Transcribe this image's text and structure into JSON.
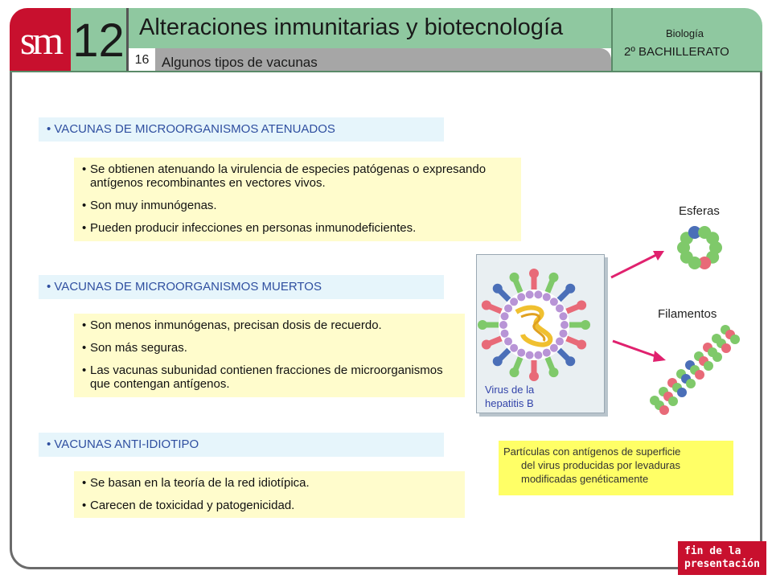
{
  "header": {
    "logo": "sm",
    "unit_number": "12",
    "title": "Alteraciones inmunitarias y biotecnología",
    "section_number": "16",
    "subtitle": "Algunos tipos de vacunas",
    "subject": "Biología",
    "course": "2º BACHILLERATO"
  },
  "sections": [
    {
      "heading": "• VACUNAS DE  MICROORGANISMOS ATENUADOS",
      "items": [
        "Se obtienen atenuando la virulencia de especies patógenas o expresando antígenos recombinantes en vectores vivos.",
        "Son muy inmunógenas.",
        "Pueden producir infecciones en personas inmunodeficientes."
      ]
    },
    {
      "heading": "• VACUNAS DE  MICROORGANISMOS MUERTOS",
      "items": [
        "Son menos inmunógenas, precisan dosis de recuerdo.",
        "Son más seguras.",
        "Las vacunas subunidad contienen fracciones de microorganismos que contengan antígenos."
      ]
    },
    {
      "heading": "• VACUNAS ANTI-IDIOTIPO",
      "items": [
        "Se basan en la teoría de la red idiotípica.",
        "Carecen de toxicidad y patogenicidad."
      ]
    }
  ],
  "bullet": "•",
  "figure": {
    "virus_label_line1": "Virus de la",
    "virus_label_line2": "hepatitis B",
    "spheres_label": "Esferas",
    "filaments_label": "Filamentos",
    "caption_line1": "Partículas con antígenos de superficie",
    "caption_line2": "del virus producidas por levaduras",
    "caption_line3": "modificadas genéticamente"
  },
  "end_button": {
    "line1": "fin de la",
    "line2": "presentación"
  },
  "colors": {
    "brand_red": "#c8102e",
    "header_green": "#8fc8a0",
    "heading_blue": "#2f4fa0",
    "arrow_pink": "#e0216e"
  }
}
